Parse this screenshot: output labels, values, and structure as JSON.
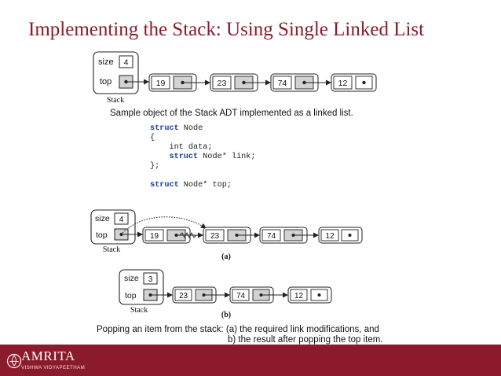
{
  "title": "Implementing the Stack: Using Single Linked List",
  "diagram_labels": {
    "size": "size",
    "top": "top",
    "stack": "Stack",
    "a": "(a)",
    "b": "(b)"
  },
  "diagram1": {
    "size": "4",
    "values": [
      "19",
      "23",
      "74",
      "12"
    ]
  },
  "caption1": "Sample object of the Stack ADT implemented as a linked list.",
  "code": {
    "l1_kw": "struct",
    "l1_rest": " Node",
    "l2": "{",
    "l3": "    int data;",
    "l4_indent": "    ",
    "l4_kw": "struct",
    "l4_rest": " Node* link;",
    "l5": "};",
    "l6_kw": "struct",
    "l6_rest": " Node* top;"
  },
  "diagram_a": {
    "size": "4",
    "values": [
      "19",
      "23",
      "74",
      "12"
    ]
  },
  "diagram_b": {
    "size": "3",
    "values": [
      "23",
      "74",
      "12"
    ]
  },
  "caption2_line1": "Popping an item from the stack: (a) the required link modifications, and",
  "caption2_line2": "b) the result after popping the top item.",
  "footer": {
    "brand": "AMRITA",
    "subtitle": "VISHWA VIDYAPEETHAM"
  }
}
